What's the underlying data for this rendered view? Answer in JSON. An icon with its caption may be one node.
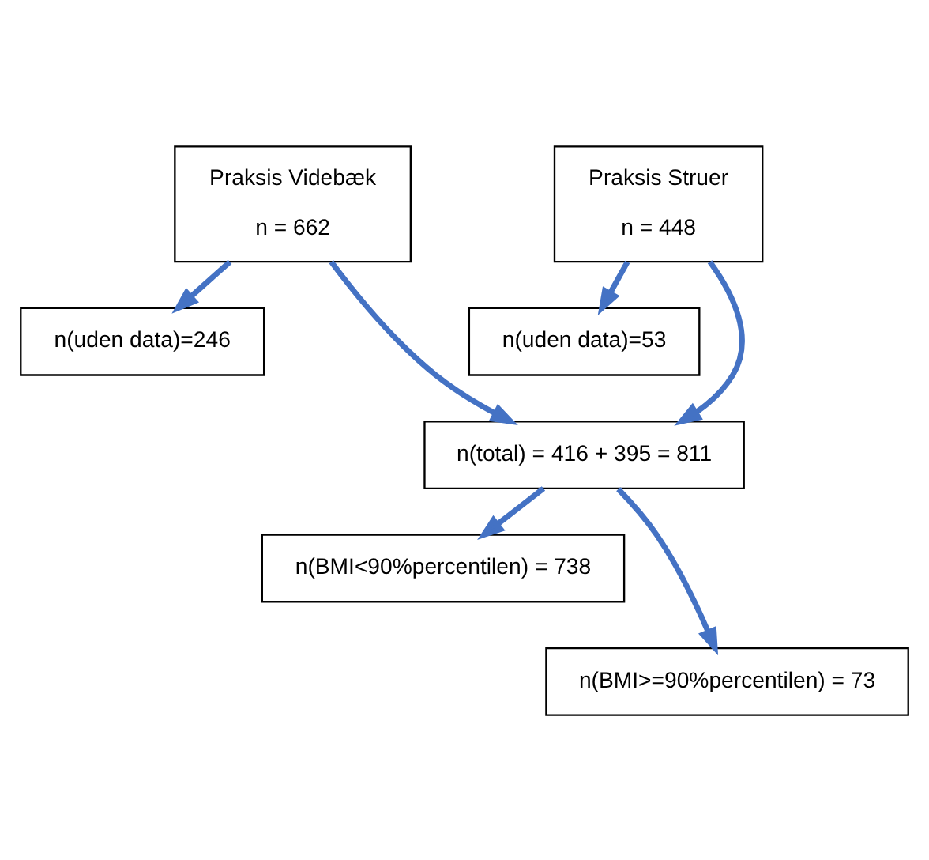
{
  "diagram": {
    "nodes": [
      {
        "text": [
          "Praksis Videbæk",
          "n = 662"
        ]
      },
      {
        "text": [
          "Praksis Struer",
          "n = 448"
        ]
      },
      {
        "text": [
          "n(uden data)=246"
        ]
      },
      {
        "text": [
          "n(uden data)=53"
        ]
      },
      {
        "text": [
          "n(total) = 416 + 395 = 811"
        ]
      },
      {
        "text": [
          "n(BMI<90%percentilen) = 738"
        ]
      },
      {
        "text": [
          "n(BMI>=90%percentilen) = 73"
        ]
      }
    ],
    "edges": [
      {
        "from": 0,
        "to": 4,
        "arrow": "to"
      },
      {
        "from": 0,
        "to": 2,
        "arrow": "to"
      },
      {
        "from": 1,
        "to": 4,
        "arrow": "to"
      },
      {
        "from": 1,
        "to": 3,
        "arrow": "to"
      },
      {
        "from": 4,
        "to": 6,
        "arrow": "to"
      },
      {
        "from": 4,
        "to": 5,
        "arrow": "to"
      }
    ]
  }
}
